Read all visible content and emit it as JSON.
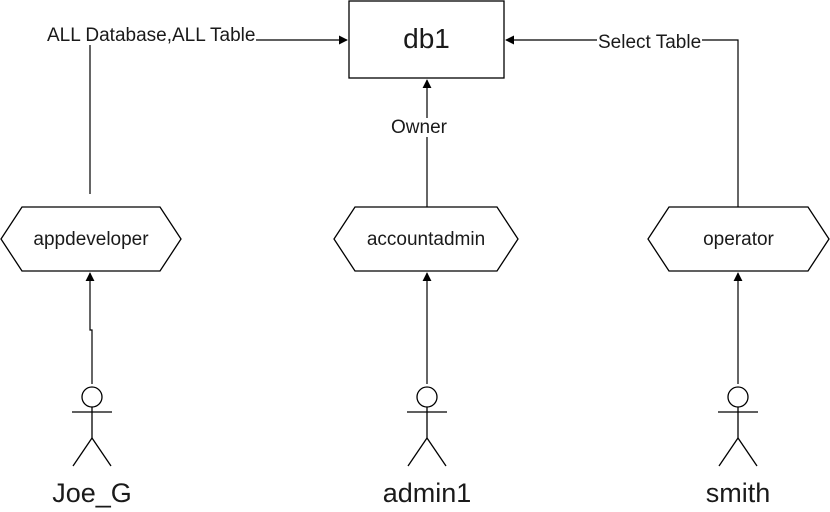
{
  "database": {
    "label": "db1"
  },
  "roles": [
    {
      "label": "appdeveloper"
    },
    {
      "label": "accountadmin"
    },
    {
      "label": "operator"
    }
  ],
  "users": [
    {
      "label": "Joe_G"
    },
    {
      "label": "admin1"
    },
    {
      "label": "smith"
    }
  ],
  "edges": {
    "appdeveloper_to_db": "ALL Database,ALL Table",
    "accountadmin_to_db": "Owner",
    "operator_to_db": "Select Table"
  },
  "colors": {
    "stroke": "#000000",
    "text": "#1a1a1a",
    "background": "#ffffff"
  }
}
